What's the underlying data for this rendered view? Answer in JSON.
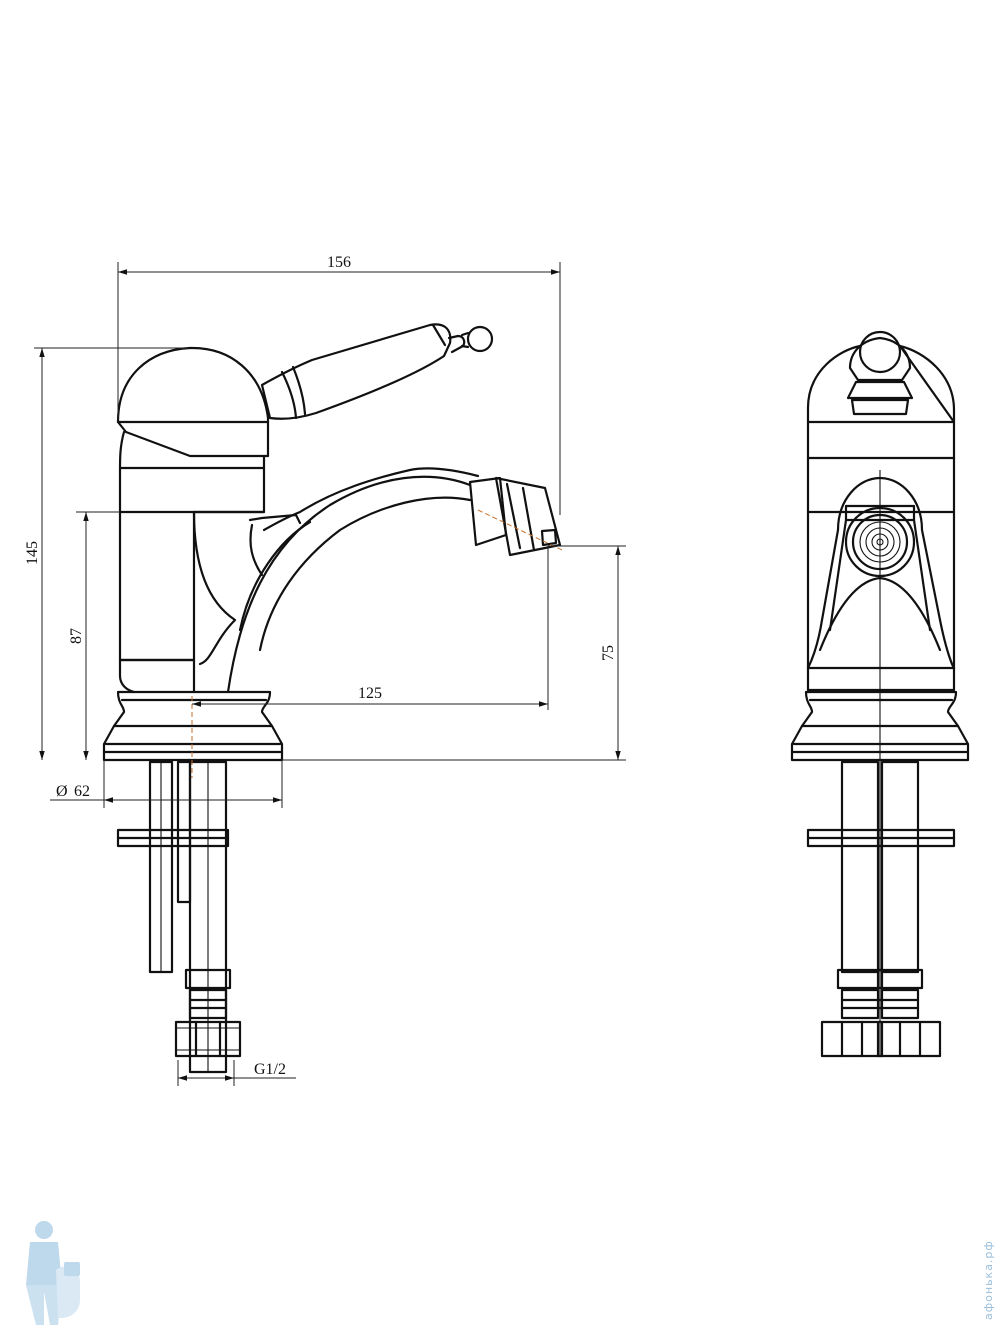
{
  "dimensions": {
    "overall_length": "156",
    "total_height": "145",
    "body_height": "87",
    "spout_height": "75",
    "spout_reach": "125",
    "base_diameter": "62",
    "diameter_symbol": "Ø",
    "connection_thread": "G1/2"
  },
  "watermark": "афонька.рф",
  "colors": {
    "line": "#111111",
    "centerline": "#c8702a",
    "watermark": "#9bbfdc"
  }
}
